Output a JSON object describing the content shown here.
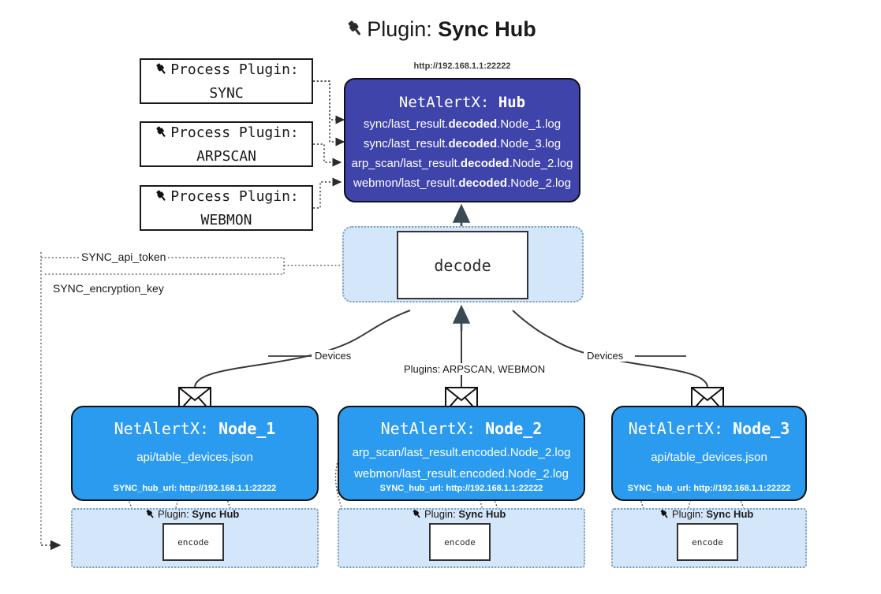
{
  "title": {
    "prefix": "Plugin: ",
    "name": "Sync Hub",
    "icon": "plug-icon"
  },
  "process_plugins": [
    {
      "label_line1": "Process Plugin:",
      "label_line2": "SYNC"
    },
    {
      "label_line1": "Process Plugin:",
      "label_line2": "ARPSCAN"
    },
    {
      "label_line1": "Process Plugin:",
      "label_line2": "WEBMON"
    }
  ],
  "hub": {
    "url": "http://192.168.1.1:22222",
    "title_prefix": "NetAlertX: ",
    "title_name": "Hub",
    "lines": [
      {
        "pre": "sync/last_result.",
        "mid": "decoded",
        "post": ".Node_1.log"
      },
      {
        "pre": "sync/last_result.",
        "mid": "decoded",
        "post": ".Node_3.log"
      },
      {
        "pre": "arp_scan/last_result.",
        "mid": "decoded",
        "post": ".Node_2.log"
      },
      {
        "pre": "webmon/last_result.",
        "mid": "decoded",
        "post": ".Node_2.log"
      }
    ]
  },
  "decode": {
    "label": "decode"
  },
  "secrets": [
    {
      "label": "SYNC_api_token"
    },
    {
      "label": "SYNC_encryption_key"
    }
  ],
  "edge_labels": {
    "devices_left": "Devices",
    "devices_right": "Devices",
    "plugins_center": "Plugins: ARPSCAN, WEBMON"
  },
  "nodes": [
    {
      "title_prefix": "NetAlertX: ",
      "title_name": "Node_1",
      "lines": [
        "api/table_devices.json"
      ],
      "footer": "SYNC_hub_url: http://192.168.1.1:22222",
      "plugin_tag_prefix": "Plugin: ",
      "plugin_tag_name": "Sync Hub",
      "encode_label": "encode",
      "envelope_icon": "envelope-icon"
    },
    {
      "title_prefix": "NetAlertX: ",
      "title_name": "Node_2",
      "lines": [
        "arp_scan/last_result.encoded.Node_2.log",
        "webmon/last_result.encoded.Node_2.log"
      ],
      "footer": "SYNC_hub_url: http://192.168.1.1:22222",
      "plugin_tag_prefix": "Plugin: ",
      "plugin_tag_name": "Sync Hub",
      "encode_label": "encode",
      "envelope_icon": "envelope-icon"
    },
    {
      "title_prefix": "NetAlertX: ",
      "title_name": "Node_3",
      "lines": [
        "api/table_devices.json"
      ],
      "footer": "SYNC_hub_url: http://192.168.1.1:22222",
      "plugin_tag_prefix": "Plugin: ",
      "plugin_tag_name": "Sync Hub",
      "encode_label": "encode",
      "envelope_icon": "envelope-icon"
    }
  ],
  "colors": {
    "hub_fill": "#3f44ab",
    "node_fill": "#2b9bf0",
    "region_fill": "#d4e6f9",
    "region_border": "#7f9fbf",
    "stroke": "#333333",
    "text_dark": "#1a1a1a",
    "text_light": "#ffffff"
  }
}
